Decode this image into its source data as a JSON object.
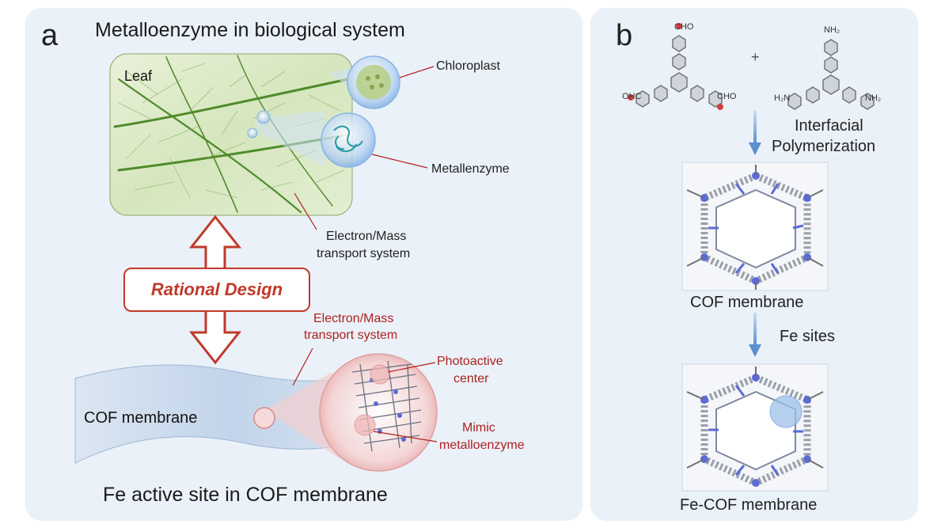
{
  "panel_a": {
    "label": "a",
    "title_top": "Metalloenzyme in biological system",
    "leaf_label": "Leaf",
    "chloroplast_label": "Chloroplast",
    "metallenzyme_label": "Metallenzyme",
    "transport_top_line1": "Electron/Mass",
    "transport_top_line2": "transport system",
    "rational_design": "Rational Design",
    "transport_bottom_line1": "Electron/Mass",
    "transport_bottom_line2": "transport system",
    "photoactive_line1": "Photoactive",
    "photoactive_line2": "center",
    "mimic_line1": "Mimic",
    "mimic_line2": "metalloenzyme",
    "cof_membrane_label": "COF membrane",
    "title_bottom": "Fe active site in COF membrane"
  },
  "panel_b": {
    "label": "b",
    "cho_top": "CHO",
    "cho_left": "OHC",
    "cho_right": "CHO",
    "plus": "+",
    "nh2_top": "NH₂",
    "nh2_left": "H₂N",
    "nh2_right": "NH₂",
    "step1_line1": "Interfacial",
    "step1_line2": "Polymerization",
    "cof_membrane_label": "COF membrane",
    "step2": "Fe sites",
    "fe_cof_membrane_label": "Fe-COF membrane"
  },
  "colors": {
    "panel_bg": "#eaf1f8",
    "accent_red": "#c0392b",
    "arrow_blue": "#6fa0d8",
    "leaf_green": "#6b9a3a",
    "node_blue": "#5a6bd8"
  }
}
